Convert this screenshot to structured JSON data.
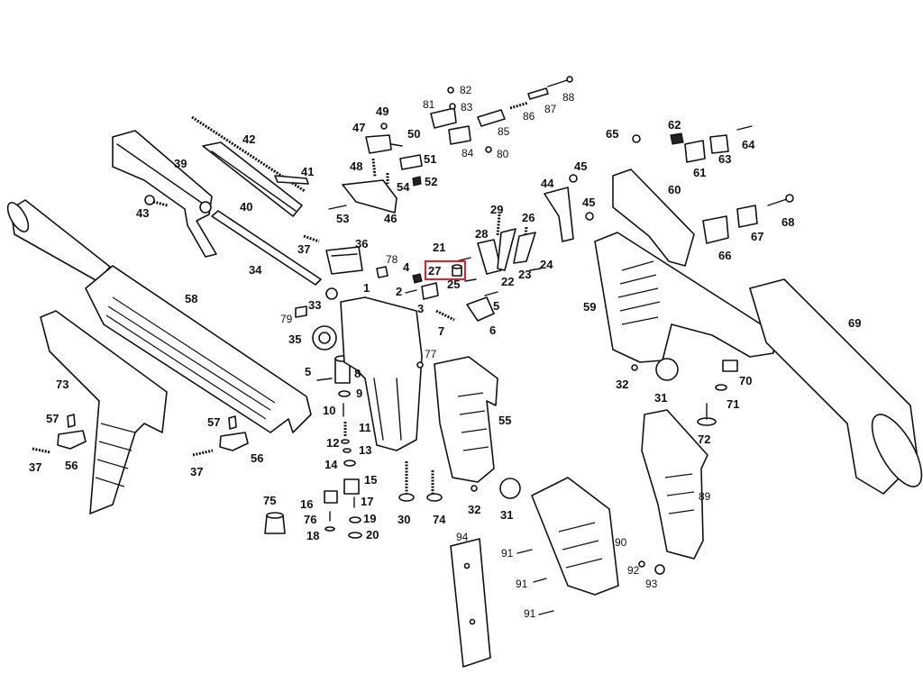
{
  "diagram": {
    "highlight_color": "#e0202a",
    "highlighted_part": "27",
    "labels": [
      "1",
      "2",
      "3",
      "4",
      "5",
      "5",
      "6",
      "7",
      "8",
      "9",
      "10",
      "11",
      "12",
      "13",
      "14",
      "15",
      "16",
      "17",
      "18",
      "19",
      "20",
      "21",
      "22",
      "23",
      "24",
      "25",
      "26",
      "27",
      "28",
      "29",
      "30",
      "31",
      "31",
      "32",
      "32",
      "33",
      "34",
      "35",
      "36",
      "37",
      "37",
      "37",
      "39",
      "40",
      "41",
      "42",
      "43",
      "44",
      "45",
      "45",
      "46",
      "47",
      "48",
      "49",
      "50",
      "51",
      "52",
      "53",
      "54",
      "55",
      "56",
      "57",
      "57",
      "58",
      "59",
      "60",
      "61",
      "62",
      "63",
      "64",
      "65",
      "66",
      "67",
      "68",
      "69",
      "70",
      "71",
      "72",
      "73",
      "74",
      "75",
      "76",
      "77",
      "78",
      "79",
      "80",
      "81",
      "82",
      "83",
      "84",
      "85",
      "86",
      "87",
      "88",
      "89",
      "90",
      "91",
      "91",
      "91",
      "92",
      "93",
      "94"
    ]
  }
}
